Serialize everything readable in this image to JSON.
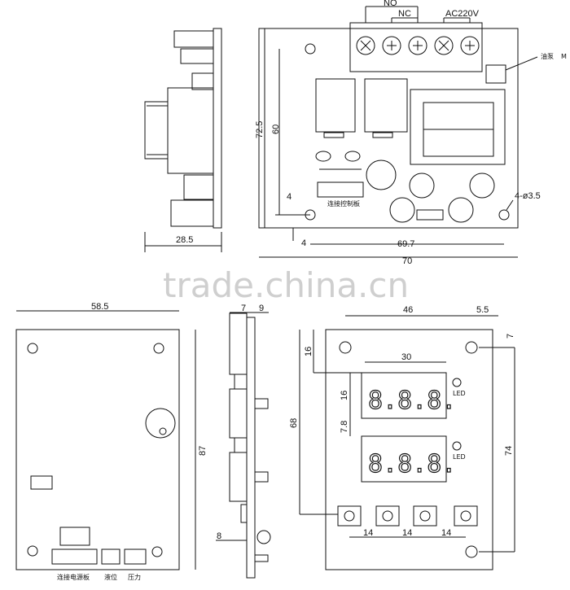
{
  "watermark": "trade.china.cn",
  "top_view": {
    "terminal_labels": {
      "no": "NO",
      "nc": "NC",
      "ac": "AC220V"
    },
    "pump_label": "油泵",
    "motor_symbol": "M",
    "connector_label": "连接控制板",
    "dims": {
      "height_outer": "72.5",
      "height_inner": "60",
      "edge_offset": "4",
      "bottom_offset": "4",
      "hole_spacing": "69.7",
      "width_total": "70",
      "hole_note": "4-ø3.5"
    }
  },
  "side_view_top": {
    "depth": "28.5"
  },
  "back_view": {
    "width": "58.5",
    "height": "87",
    "connector_labels": [
      "连接电源板",
      "液位",
      "压力"
    ]
  },
  "side_view_bottom": {
    "dim_a": "7",
    "dim_b": "9",
    "dim_bottom": "8"
  },
  "front_view": {
    "dims": {
      "hole_spacing": "46",
      "edge_right": "5.5",
      "edge_right_v": "7",
      "top_offset": "16",
      "display_width": "30",
      "display_height": "16",
      "display_gap": "7.8",
      "inner_height": "68",
      "total_height": "74",
      "button_pitch": [
        "14",
        "14",
        "14"
      ]
    },
    "display_digits": [
      "8.8.8.",
      "8.8.8."
    ],
    "led_label": "LED"
  }
}
